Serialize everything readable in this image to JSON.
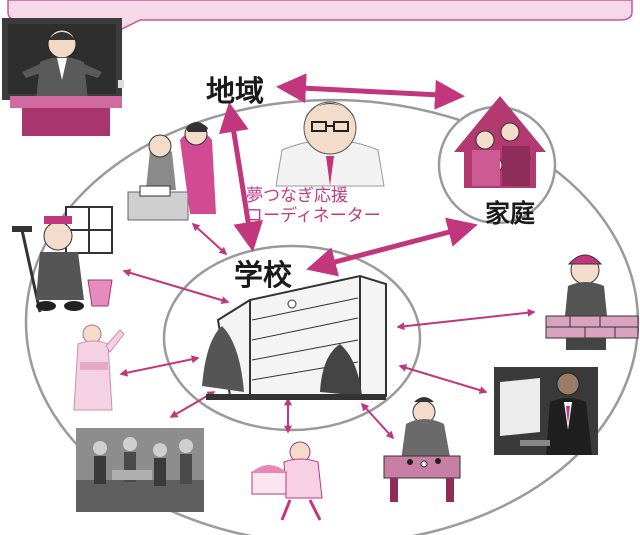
{
  "labels": {
    "region": "地域",
    "home": "家庭",
    "school": "学校",
    "coordinator_line1": "夢つなぎ応援",
    "coordinator_line2": "コーディネーター"
  },
  "colors": {
    "arrow": "#c2367e",
    "callout": "#f6d9e8",
    "callout_border": "#c8589a",
    "ellipse": "#9a9a9a",
    "house": "#b23a70",
    "coordinator_text": "#c23a84"
  },
  "icons": {
    "teacher": "teacher-at-blackboard-icon",
    "coordinator": "coordinator-man-glasses-icon",
    "family": "family-house-icon",
    "school_building": "school-building-icon",
    "tutors": "tutoring-pair-icon",
    "cleaner": "cleaner-with-bucket-icon",
    "dancer": "kimono-dancer-icon",
    "farmers": "farmers-group-icon",
    "cook": "cook-with-cake-icon",
    "go_player": "go-player-icon",
    "office_worker": "office-worker-computer-icon",
    "mason": "brick-mason-icon"
  }
}
